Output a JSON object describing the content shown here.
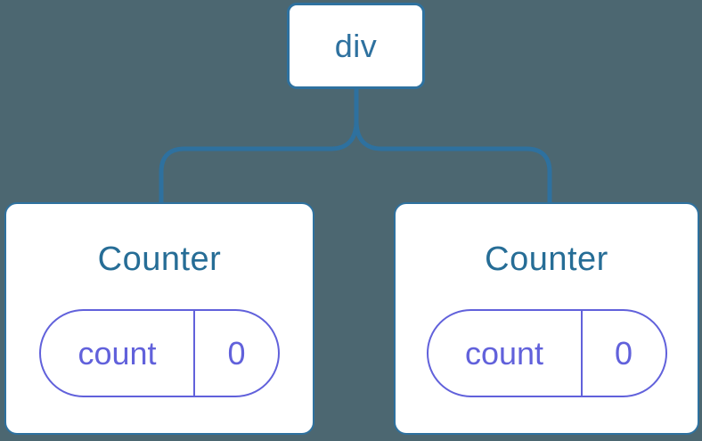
{
  "colors": {
    "background": "#4C6771",
    "node_border": "#2E719F",
    "node_fill": "#FFFFFF",
    "root_label_color": "#2E719F",
    "component_title_color": "#266D96",
    "state_color": "#6161DB"
  },
  "tree": {
    "root": {
      "label": "div"
    },
    "children": [
      {
        "title": "Counter",
        "state": {
          "name": "count",
          "value": "0"
        }
      },
      {
        "title": "Counter",
        "state": {
          "name": "count",
          "value": "0"
        }
      }
    ]
  }
}
